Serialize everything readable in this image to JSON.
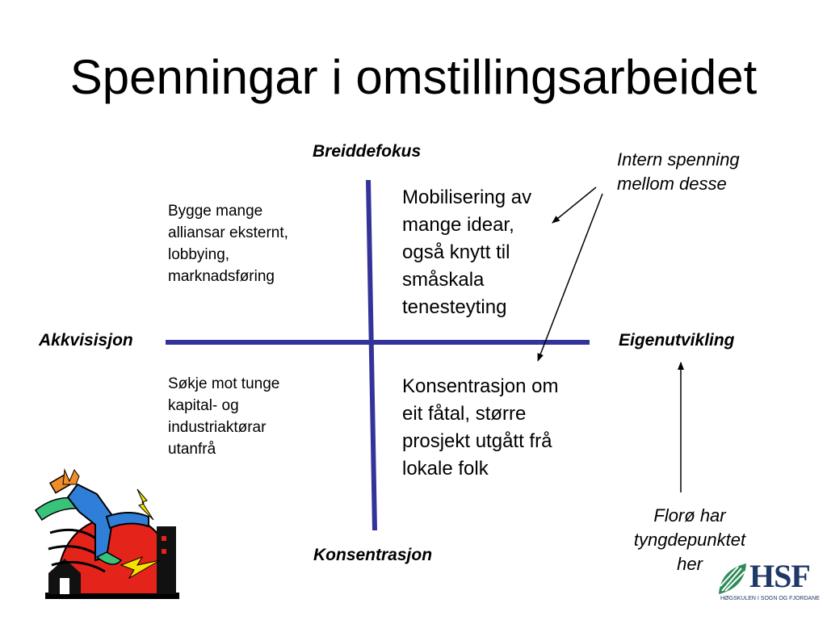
{
  "slide": {
    "title": "Spenningar i omstillingsarbeidet"
  },
  "axes": {
    "top": "Breiddefokus",
    "bottom": "Konsentrasjon",
    "left": "Akkvisisjon",
    "right": "Eigenutvikling"
  },
  "quadrants": {
    "top_left": [
      "Bygge mange",
      "alliansar eksternt,",
      "lobbying,",
      "marknadsføring"
    ],
    "bottom_left": [
      "Søkje mot tunge",
      "kapital- og",
      "industriaktørar",
      "utanfrå"
    ],
    "top_right": [
      "Mobilisering av",
      "mange idear,",
      "også knytt til",
      "småskala",
      "tenesteyting"
    ],
    "bottom_right": [
      "Konsentrasjon om",
      "eit fåtal, større",
      "prosjekt utgått frå",
      "lokale folk"
    ]
  },
  "notes": {
    "tension": [
      "Intern spenning",
      "mellom desse"
    ],
    "floro": [
      "Florø har",
      "tyngdepunktet",
      "her"
    ]
  },
  "logo": {
    "name": "HSF",
    "subtitle": "HØGSKULEN I SOGN OG FJORDANE"
  },
  "colors": {
    "axis_line": "#333399",
    "logo_navy": "#1f3866",
    "logo_green": "#2e8b57"
  },
  "icons": {
    "clipart": "stressed-person-clipart-icon",
    "logo_mark": "leaf-logo-icon"
  }
}
